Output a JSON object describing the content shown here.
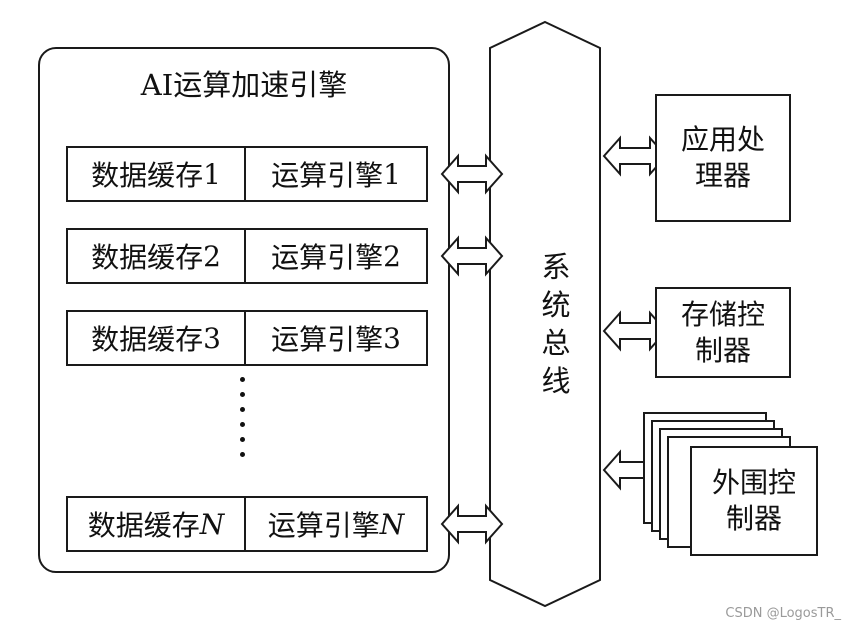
{
  "engine": {
    "title": "AI运算加速引擎",
    "rows": [
      {
        "cache": "数据缓存",
        "cache_idx": "1",
        "engine": "运算引擎",
        "engine_idx": "1"
      },
      {
        "cache": "数据缓存",
        "cache_idx": "2",
        "engine": "运算引擎",
        "engine_idx": "2"
      },
      {
        "cache": "数据缓存",
        "cache_idx": "3",
        "engine": "运算引擎",
        "engine_idx": "3"
      },
      {
        "cache": "数据缓存",
        "cache_idx": "N",
        "engine": "运算引擎",
        "engine_idx": "N"
      }
    ]
  },
  "bus": {
    "label": [
      "系",
      "统",
      "总",
      "线"
    ]
  },
  "peripherals": {
    "app_processor": [
      "应用处",
      "理器"
    ],
    "storage_controller": [
      "存储控",
      "制器"
    ],
    "peripheral_controller": [
      "外围控",
      "制器"
    ]
  },
  "watermark": "CSDN @LogosTR_"
}
